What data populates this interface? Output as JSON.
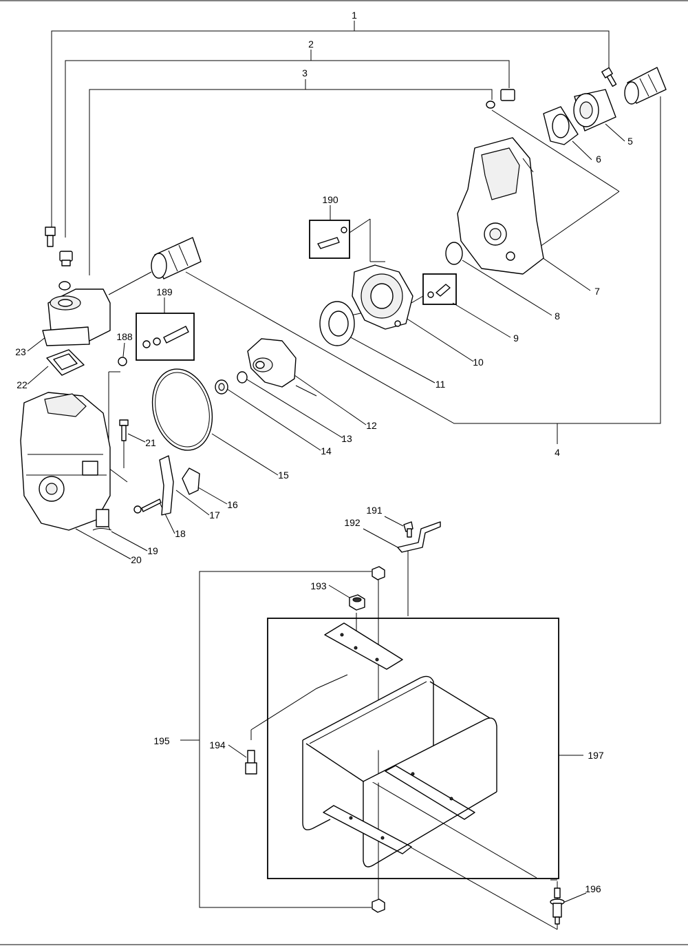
{
  "diagram": {
    "parts": [
      {
        "id": "p1",
        "number": "1"
      },
      {
        "id": "p2",
        "number": "2"
      },
      {
        "id": "p3",
        "number": "3"
      },
      {
        "id": "p4",
        "number": "4"
      },
      {
        "id": "p5",
        "number": "5"
      },
      {
        "id": "p6",
        "number": "6"
      },
      {
        "id": "p7",
        "number": "7"
      },
      {
        "id": "p8",
        "number": "8"
      },
      {
        "id": "p9",
        "number": "9"
      },
      {
        "id": "p10",
        "number": "10"
      },
      {
        "id": "p11",
        "number": "11"
      },
      {
        "id": "p12",
        "number": "12"
      },
      {
        "id": "p13",
        "number": "13"
      },
      {
        "id": "p14",
        "number": "14"
      },
      {
        "id": "p15",
        "number": "15"
      },
      {
        "id": "p16",
        "number": "16"
      },
      {
        "id": "p17",
        "number": "17"
      },
      {
        "id": "p18",
        "number": "18"
      },
      {
        "id": "p19",
        "number": "19"
      },
      {
        "id": "p20",
        "number": "20"
      },
      {
        "id": "p21",
        "number": "21"
      },
      {
        "id": "p22",
        "number": "22"
      },
      {
        "id": "p23",
        "number": "23"
      },
      {
        "id": "p188",
        "number": "188"
      },
      {
        "id": "p189",
        "number": "189"
      },
      {
        "id": "p190",
        "number": "190"
      },
      {
        "id": "p191",
        "number": "191"
      },
      {
        "id": "p192",
        "number": "192"
      },
      {
        "id": "p193",
        "number": "193"
      },
      {
        "id": "p194",
        "number": "194"
      },
      {
        "id": "p195",
        "number": "195"
      },
      {
        "id": "p196",
        "number": "196"
      },
      {
        "id": "p197",
        "number": "197"
      }
    ]
  }
}
